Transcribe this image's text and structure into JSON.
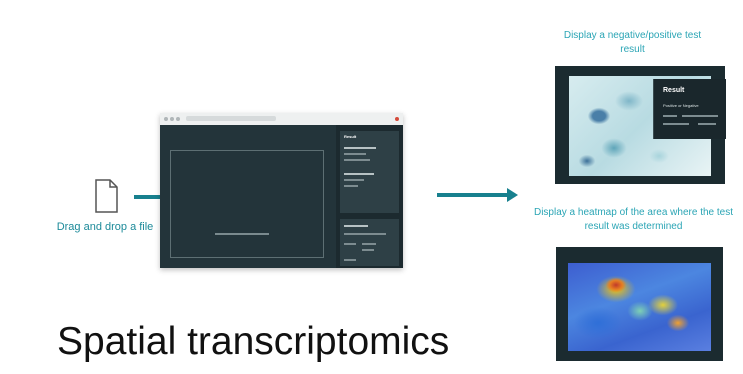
{
  "left": {
    "file_icon": "file-icon",
    "drop_label": "Drag and drop a file"
  },
  "app": {
    "side_result_title": "Result"
  },
  "right": {
    "result_caption": "Display a negative/positive test result",
    "result_card_title": "Result",
    "result_card_line": "Positive or Negative",
    "heatmap_caption": "Display a heatmap of the area where the test result was determined"
  },
  "caption": "Spatial transcriptomics",
  "colors": {
    "accent": "#17808e",
    "caption_text": "#2ba5b5",
    "dark_panel": "#1b2b30"
  }
}
